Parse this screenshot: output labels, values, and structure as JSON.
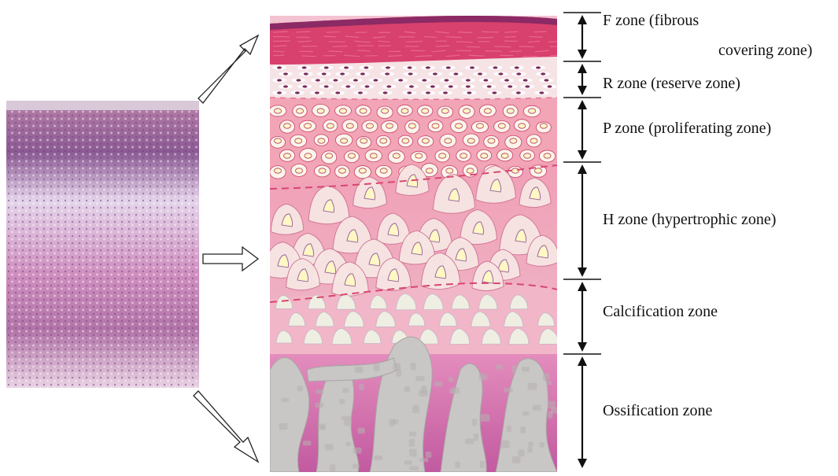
{
  "zones": [
    {
      "id": "f",
      "label": "F zone (fibrous",
      "label_line2": "covering zone)"
    },
    {
      "id": "r",
      "label": "R zone (reserve zone)"
    },
    {
      "id": "p",
      "label": "P zone (proliferating zone)"
    },
    {
      "id": "h",
      "label": "H zone (hypertrophic zone)"
    },
    {
      "id": "c",
      "label": "Calcification zone"
    },
    {
      "id": "o",
      "label": "Ossification zone"
    }
  ],
  "colors": {
    "fibrous": "#d93f6c",
    "fibrous_top": "#8a2a66",
    "reserve": "#f6e2e6",
    "proliferating": "#f3a7b6",
    "hypertrophic": "#ec9cb4",
    "calcification": "#f2b4c6",
    "ossification": "#d06fa8",
    "bone": "#c9c6c6",
    "cell": "#fbf5ea",
    "nucleus": "#fff7c4",
    "dashed": "#d9466f",
    "micrograph": "#c890b8"
  }
}
